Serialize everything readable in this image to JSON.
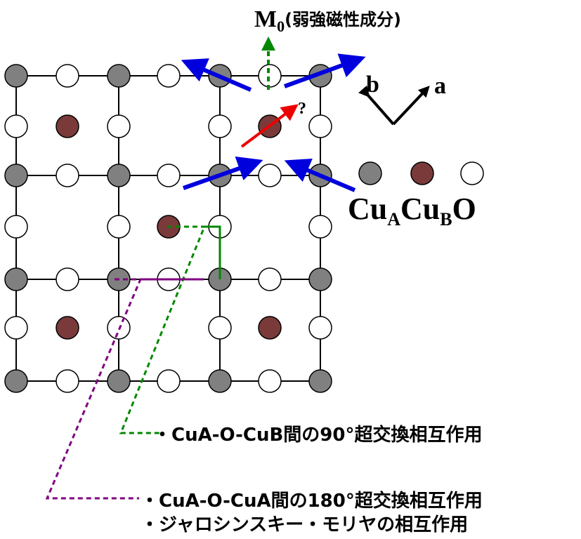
{
  "magnetization": {
    "symbol": "M",
    "subscript": "0",
    "description": "(弱強磁性成分)"
  },
  "question_mark": "?",
  "axes": {
    "a": "a",
    "b": "b"
  },
  "legend": {
    "formula": [
      {
        "base": "Cu",
        "sub": "A"
      },
      {
        "base": "Cu",
        "sub": "B"
      },
      {
        "base": "O",
        "sub": ""
      }
    ]
  },
  "annotations": {
    "interaction_90": "・CuA-O-CuB間の90°超交換相互作用",
    "interaction_180": "・CuA-O-CuA間の180°超交換相互作用",
    "dm_interaction": "・ジャロシンスキー・モリヤの相互作用"
  },
  "colors": {
    "cuA": "#808080",
    "cuB": "#7a3a3a",
    "oxygen": "#ffffff",
    "spin_arrow": "#0000dd",
    "unknown_spin": "#ee0000",
    "m0_arrow": "#008800",
    "path_90": "#008800",
    "path_180": "#800080"
  }
}
